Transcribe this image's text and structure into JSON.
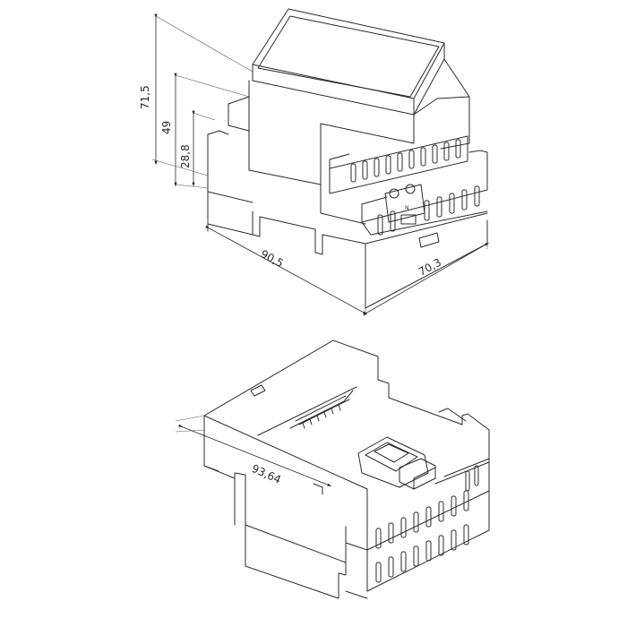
{
  "top_view": {
    "dimensions": {
      "height_total": "71,5",
      "height_mid": "49",
      "height_low": "28,8",
      "width": "90,5",
      "depth": "70,3"
    }
  },
  "bottom_view": {
    "dimensions": {
      "width": "93,64"
    }
  }
}
